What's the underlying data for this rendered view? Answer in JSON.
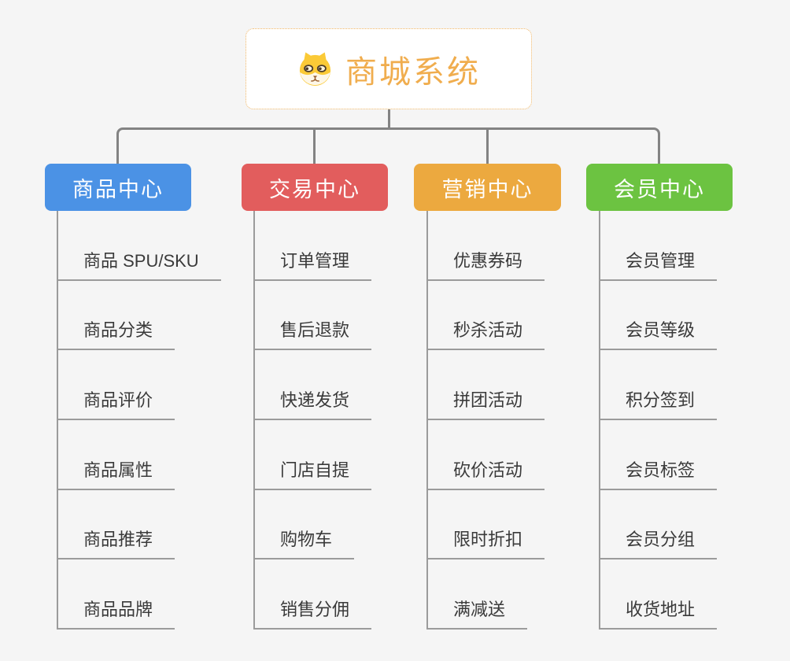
{
  "root": {
    "title": "商城系统",
    "icon": "dog-face-icon"
  },
  "branches": [
    {
      "label": "商品中心",
      "color": "#4b92e5",
      "items": [
        "商品 SPU/SKU",
        "商品分类",
        "商品评价",
        "商品属性",
        "商品推荐",
        "商品品牌"
      ]
    },
    {
      "label": "交易中心",
      "color": "#e25d5d",
      "items": [
        "订单管理",
        "售后退款",
        "快递发货",
        "门店自提",
        "购物车",
        "销售分佣"
      ]
    },
    {
      "label": "营销中心",
      "color": "#eca93f",
      "items": [
        "优惠券码",
        "秒杀活动",
        "拼团活动",
        "砍价活动",
        "限时折扣",
        "满减送"
      ]
    },
    {
      "label": "会员中心",
      "color": "#6cc341",
      "items": [
        "会员管理",
        "会员等级",
        "积分签到",
        "会员标签",
        "会员分组",
        "收货地址"
      ]
    }
  ],
  "colors": {
    "canvas_bg": "#f5f5f5",
    "connector": "#838383",
    "spine_and_underline": "#9b9b9b",
    "root_border": "#efb564",
    "root_title": "#f0ad4e",
    "header_text": "#ffffff",
    "item_text": "#3a3a3a"
  }
}
